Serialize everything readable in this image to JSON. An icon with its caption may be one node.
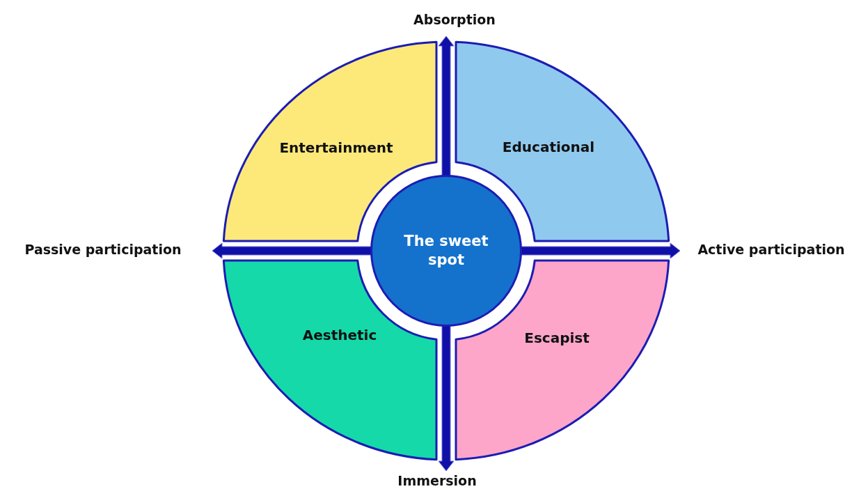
{
  "diagram": {
    "nodes": [
      {
        "text": [
          "Entertainment"
        ]
      },
      {
        "text": [
          "Educational"
        ]
      },
      {
        "text": [
          "The sweet spot"
        ]
      },
      {
        "text": [
          "Aesthetic"
        ]
      },
      {
        "text": [
          "Escapist"
        ]
      }
    ],
    "labels": [
      "Absorption",
      "Passive participation",
      "Active participation",
      "Immersion"
    ]
  }
}
